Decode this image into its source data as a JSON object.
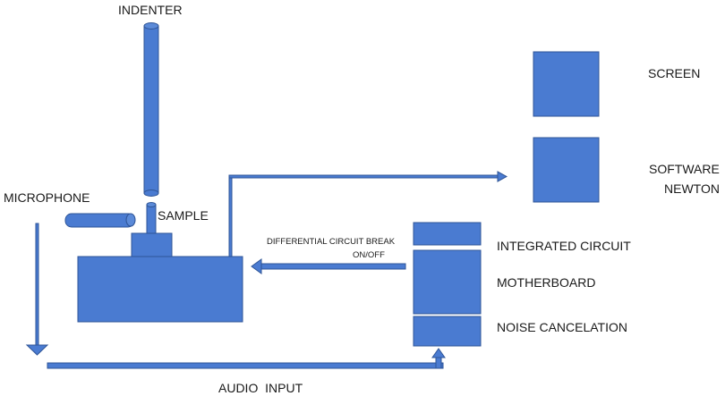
{
  "colors": {
    "fill": "#4a7bd1",
    "stroke": "#2f5597",
    "text": "#1a1a1a",
    "background": "#ffffff"
  },
  "labels": {
    "indenter": "INDENTER",
    "microphone": "MICROPHONE",
    "sample": "SAMPLE",
    "screen": "SCREEN",
    "software_line1": "SOFTWARE",
    "software_line2": "NEWTON",
    "differential_line1": "DIFFERENTIAL CIRCUIT BREAK",
    "differential_line2": "ON/OFF",
    "integrated_circuit": "INTEGRATED CIRCUIT",
    "motherboard": "MOTHERBOARD",
    "noise_cancelation": "NOISE CANCELATION",
    "audio_input": "AUDIO  INPUT"
  }
}
